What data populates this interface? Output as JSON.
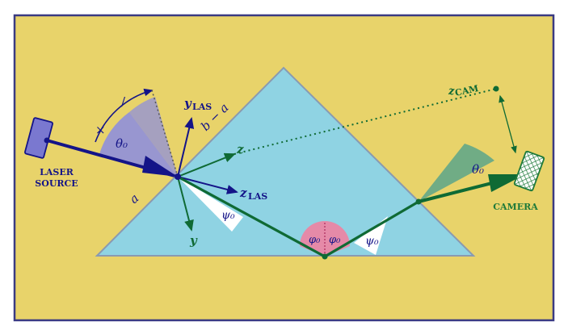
{
  "colors": {
    "background": "#e8d36a",
    "frame": "#3a3a82",
    "prism_fill": "#8fd3e3",
    "prism_stroke": "#8a9ab0",
    "laser": "#141488",
    "laser_body": "#7a78d0",
    "beam_green": "#0f6a34",
    "camera_green": "#1f7a3a",
    "angle_theta_fill": "#8f8fdc",
    "angle_phi_fill": "#e58aa8",
    "angle_theta_cam_fill": "#5aa58a",
    "white_triangle": "#ffffff"
  },
  "labels": {
    "laser_source_line1": "LASER",
    "laser_source_line2": "SOURCE",
    "camera": "CAMERA",
    "theta0_left": "θ₀",
    "theta0_right": "θ₀",
    "psi0_left": "ψ₀",
    "psi0_right": "ψ₀",
    "phi0_left": "φ₀",
    "phi0_right": "φ₀",
    "y_las": "y",
    "y_las_sub": "LAS",
    "z_las": "z",
    "z_las_sub": "LAS",
    "z": "z",
    "y": "y",
    "z_cam": "z",
    "z_cam_sub": "CAM",
    "a": "a",
    "b_minus_a": "b − a",
    "tick_x": "×",
    "tick_dash": "/"
  },
  "icons": {
    "laser_source": "laser-source-icon",
    "camera": "camera-icon"
  }
}
